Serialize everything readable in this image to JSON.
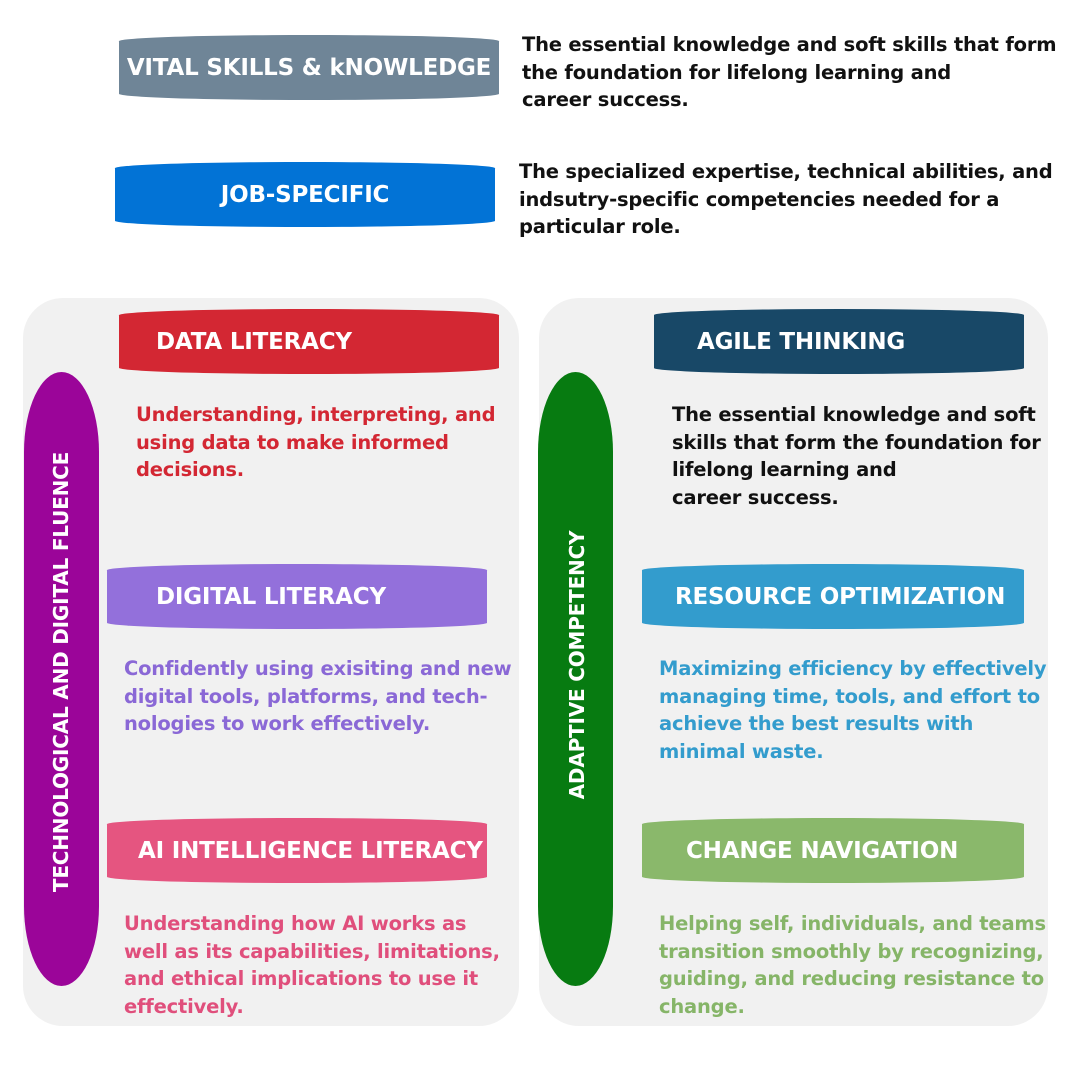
{
  "legend": [
    {
      "label": "VITAL SKILLS & kNOWLEDGE",
      "color": "#6f8597",
      "description_lines": [
        "The essential knowledge and soft skills that form",
        "the foundation for lifelong learning and",
        "career success."
      ]
    },
    {
      "label": "JOB-SPECIFIC",
      "color": "#0273d6",
      "description_lines": [
        "The specialized expertise, technical abilities, and",
        "indsutry-specific competencies needed for a",
        "particular role."
      ]
    }
  ],
  "groups": [
    {
      "title": "TECHNOLOGICAL AND DIGITAL FLUENCE",
      "color": "#9b0599",
      "items": [
        {
          "label": "DATA LITERACY",
          "color": "#d32733",
          "text_color": "#d32733",
          "description_lines": [
            "Understanding, interpreting, and",
            "using data to make informed",
            "decisions."
          ]
        },
        {
          "label": "DIGITAL LITERACY",
          "color": "#9370db",
          "text_color": "#8a68d6",
          "description_lines": [
            "Confidently using exisiting and new",
            "digital tools, platforms, and tech-",
            "nologies to work effectively."
          ]
        },
        {
          "label": "AI INTELLIGENCE LITERACY",
          "color": "#e55580",
          "text_color": "#e04f7c",
          "description_lines": [
            "Understanding how AI works as",
            "well as its capabilities, limitations,",
            "and ethical implications to use it",
            "effectively."
          ]
        }
      ]
    },
    {
      "title": "ADAPTIVE COMPETENCY",
      "color": "#077b11",
      "items": [
        {
          "label": "AGILE THINKING",
          "color": "#184867",
          "text_color": "#111111",
          "description_lines": [
            "The essential knowledge and soft",
            "skills that form the foundation for",
            "lifelong learning and",
            "career success."
          ]
        },
        {
          "label": "RESOURCE OPTIMIZATION",
          "color": "#339ccd",
          "text_color": "#339ccd",
          "description_lines": [
            "Maximizing efficiency by effectively",
            "managing time, tools, and effort to",
            "achieve the best results with",
            "minimal waste."
          ]
        },
        {
          "label": "CHANGE NAVIGATION",
          "color": "#8ab86b",
          "text_color": "#86b568",
          "description_lines": [
            "Helping self, individuals, and teams",
            "transition smoothly by recognizing,",
            "guiding, and reducing resistance to",
            "change."
          ]
        }
      ]
    }
  ]
}
